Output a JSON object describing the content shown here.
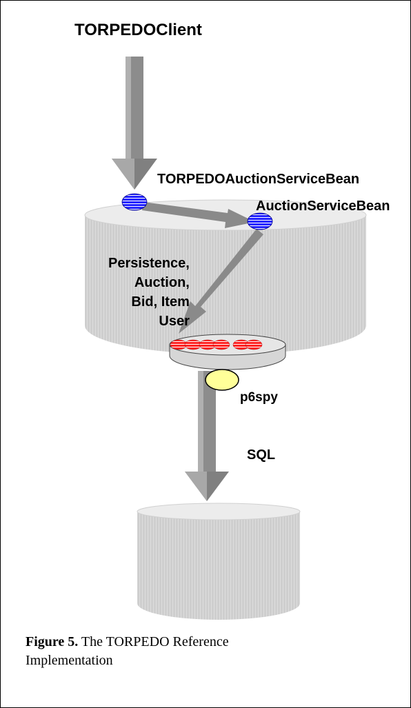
{
  "labels": {
    "client": "TORPEDOClient",
    "torpedo_bean": "TORPEDOAuctionServiceBean",
    "auction_bean": "AuctionServiceBean",
    "entities": [
      "Persistence,",
      "Auction,",
      "Bid, Item",
      "User"
    ],
    "p6spy": "p6spy",
    "sql": "SQL"
  },
  "caption": {
    "prefix": "Figure 5.",
    "text": " The TORPEDO Reference Implementation"
  },
  "colors": {
    "arrow": "#808080",
    "container_fill": "#d8d8d8",
    "container_top": "#ececec",
    "bean_node": "#1a1aff",
    "entity_node": "#ff1a1a",
    "p6spy_node": "#ffff99"
  }
}
